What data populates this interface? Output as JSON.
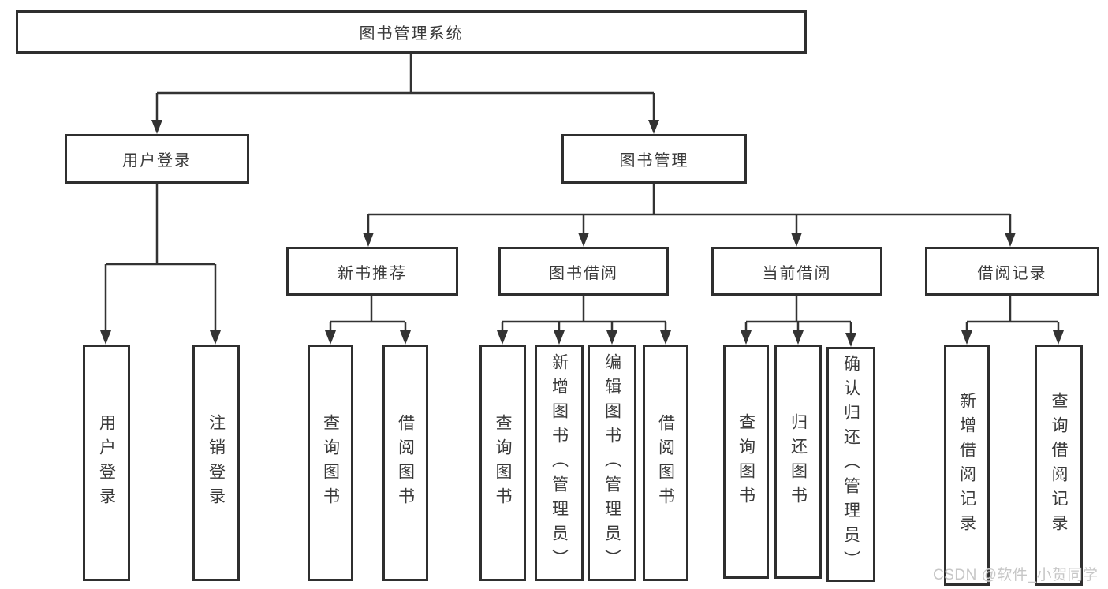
{
  "diagram_type": "hierarchy-tree",
  "colors": {
    "background": "#ffffff",
    "box_border": "#2f2f2f",
    "line": "#333333",
    "text": "#3a3a3a",
    "watermark": "#c7c7c7"
  },
  "tree": {
    "root": {
      "label": "图书管理系统",
      "children": [
        {
          "label": "用户登录",
          "children": [
            {
              "label": "用户登录"
            },
            {
              "label": "注销登录"
            }
          ]
        },
        {
          "label": "图书管理",
          "children": [
            {
              "label": "新书推荐",
              "children": [
                {
                  "label": "查询图书"
                },
                {
                  "label": "借阅图书"
                }
              ]
            },
            {
              "label": "图书借阅",
              "children": [
                {
                  "label": "查询图书"
                },
                {
                  "label": "新增图书（管理员）"
                },
                {
                  "label": "编辑图书（管理员）"
                },
                {
                  "label": "借阅图书"
                }
              ]
            },
            {
              "label": "当前借阅",
              "children": [
                {
                  "label": "查询图书"
                },
                {
                  "label": "归还图书"
                },
                {
                  "label": "确认归还（管理员）"
                }
              ]
            },
            {
              "label": "借阅记录",
              "children": [
                {
                  "label": "新增借阅记录"
                },
                {
                  "label": "查询借阅记录"
                }
              ]
            }
          ]
        }
      ]
    }
  },
  "watermark": {
    "text": "CSDN @软件_小贺同学"
  }
}
